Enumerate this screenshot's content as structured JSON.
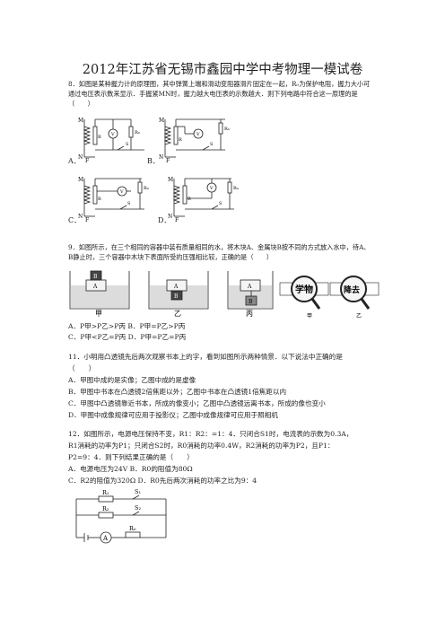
{
  "title": "2012年江苏省无锡市鑫园中学中考物理一模试卷",
  "q8": {
    "lines": [
      "8．如图是某种握力计的原理图，其中弹簧上端和滑动变阻器滑片固定在一起，R₀为保护电阻，握力大小可",
      "通过电压表示数来显示．手握紧MN时，握力越大电压表的示数越大．则下列电路中符合这一原理的是",
      "（　　）"
    ],
    "options": [
      "A．",
      "B．",
      "C．",
      "D．"
    ],
    "labels": {
      "M": "M",
      "N": "N",
      "F": "F",
      "R": "R",
      "R0": "R₀",
      "V": "V",
      "S": "S"
    }
  },
  "q9": {
    "lines": [
      "9．如图所示，在三个相同的容器中装有质量相同的水，将木块A、金属块B按不同的方式放入水中，待A、",
      "B静止时，三个容器中木块下表面所受的压强相比较，正确的是（　　）"
    ],
    "options": [
      "A．P甲>P乙>P丙  B．P甲=P乙>P丙",
      "C．P甲<P乙=P丙  D．P甲=P乙=P丙"
    ],
    "containers": [
      "甲",
      "乙",
      "丙"
    ],
    "blocks": {
      "A": "A",
      "B": "B"
    }
  },
  "q10fig": {
    "words": [
      "学物",
      "降去"
    ],
    "labels": [
      "甲",
      "乙"
    ]
  },
  "q11": {
    "lines": [
      "11．小明用凸透镜先后两次观察书本上的字，看到如图所示两种情景．以下说法中正确的是",
      "（　　）"
    ],
    "options": [
      "A．甲图中成的是实像；乙图中成的是虚像",
      "B．甲图中书本在凸透镜2倍焦距以外；乙图中书本在凸透镜1倍焦距以内",
      "C．甲图中凸透镜靠近书本，所成的像变小；乙图中凸透镜远离书本，所成的像也变小",
      "D．甲图中成像规律可应用于投影仪；乙图中成像规律可应用于照相机"
    ]
  },
  "q12": {
    "lines": [
      "12．如图所示，电源电压保持不变，R1：R2：=1：4．只闭合S1时，电流表的示数为0.3A，",
      "R1消耗的功率为P1；只闭合S2时，R0消耗的功率0.4W，R2消耗的功率为P2，且P1：",
      "P2=9：4．则下列结果正确的是（　　）"
    ],
    "options": [
      "A．电源电压为24V B．R0的阻值为80Ω",
      "C．R2的阻值为320Ω D．R0先后两次消耗的功率之比为9：4"
    ],
    "labels": {
      "R1": "R₁",
      "R2": "R₂",
      "R0": "R₀",
      "S1": "S₁",
      "S2": "S₂",
      "A": "A"
    }
  }
}
